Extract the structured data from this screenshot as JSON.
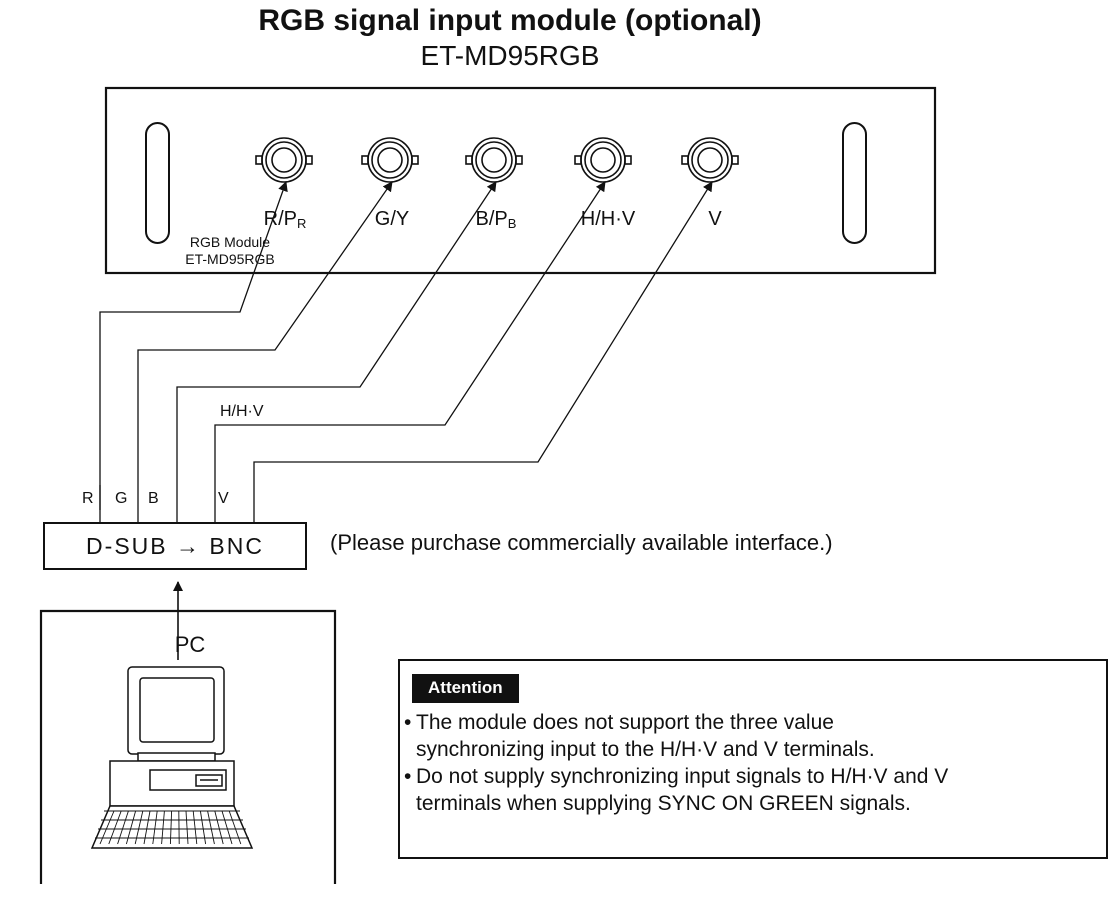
{
  "header": {
    "title": "RGB signal input module (optional)",
    "model": "ET-MD95RGB"
  },
  "module": {
    "label_line1": "RGB Module",
    "label_line2": "ET-MD95RGB",
    "terminals": [
      {
        "main": "R/P",
        "sub": "R"
      },
      {
        "main": "G/Y",
        "sub": ""
      },
      {
        "main": "B/P",
        "sub": "B"
      },
      {
        "main": "H/H·V",
        "sub": ""
      },
      {
        "main": "V",
        "sub": ""
      }
    ]
  },
  "cables": {
    "labels": [
      "R",
      "G",
      "B",
      "V"
    ],
    "hv_label": "H/H·V"
  },
  "converter": {
    "label": "D-SUB → BNC",
    "note": "(Please purchase commercially available interface.)"
  },
  "pc": {
    "label": "PC",
    "icon": "computer-icon"
  },
  "attention": {
    "tag": "Attention",
    "items": [
      {
        "line1": "The module does not support the three value",
        "line2": "synchronizing input to the H/H·V and V terminals."
      },
      {
        "line1": "Do not supply synchronizing input signals to H/H·V and V",
        "line2": "terminals when supplying SYNC ON GREEN signals."
      }
    ]
  }
}
